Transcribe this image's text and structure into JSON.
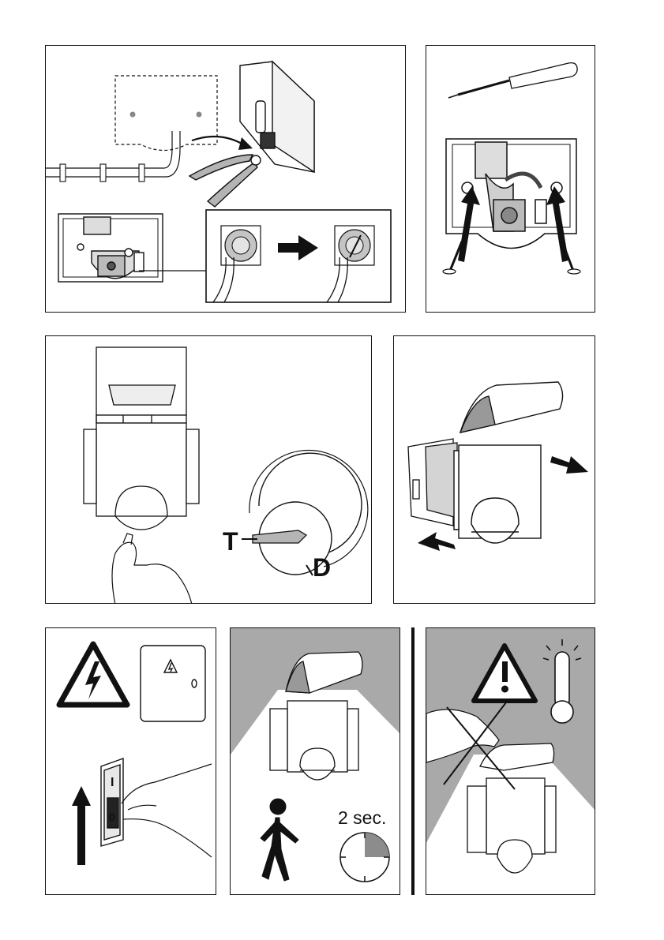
{
  "panels": {
    "mounting": {
      "name": "cable-entry-and-knockout"
    },
    "screwing": {
      "name": "wall-screw-fixing"
    },
    "setting": {
      "name": "time-dial-setting"
    },
    "attaching": {
      "name": "attach-sensor-head"
    },
    "power": {
      "name": "switch-on-mains"
    },
    "detection": {
      "name": "walk-test"
    },
    "caution": {
      "name": "hot-surface-warning"
    }
  },
  "labels": {
    "dial_t": "T",
    "dial_d": "D",
    "delay_text": "2 sec.",
    "switch_on": "I",
    "switch_off": "0"
  },
  "colors": {
    "shade": "#a9a9a9",
    "ink": "#111111",
    "pale": "#d4d4d4"
  }
}
